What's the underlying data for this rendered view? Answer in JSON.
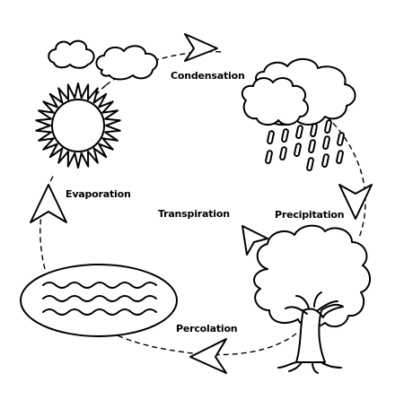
{
  "labels": {
    "condensation": "Condensation",
    "evaporation": "Evaporation",
    "transpiration": "Transpiration",
    "precipitation": "Precipitation",
    "percolation": "Percolation"
  }
}
